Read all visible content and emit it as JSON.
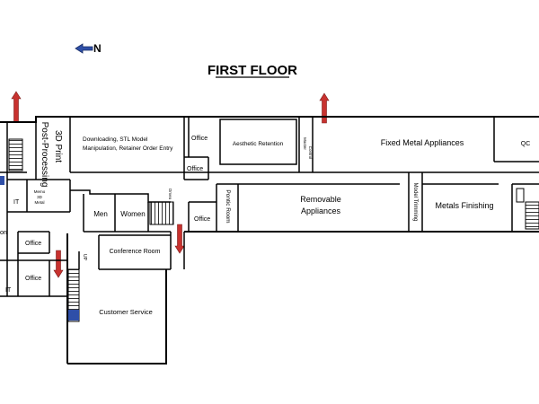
{
  "title": "FIRST FLOOR",
  "compass": {
    "label": "N"
  },
  "colors": {
    "arrow": "#c8322f",
    "compass": "#2f4fa8",
    "stair_accent": "#2f4fa8",
    "wall": "#000000"
  },
  "rooms": {
    "print_3d": "3D Print",
    "post_processing": "Post-Processing",
    "downloading_1": "Downloading, STL Model",
    "downloading_2": "Manipulation, Retainer Order Entry",
    "office_top": "Office",
    "office_top_small": "Office",
    "aesthetic_retention": "Aesthetic Retention",
    "master_control_1": "Master",
    "master_control_2": "Control",
    "fixed_metal": "Fixed Metal Appliances",
    "qc": "QC",
    "it_left": "IT",
    "memo_1": "Memo",
    "memo_2": "3D",
    "memo_3": "Metal",
    "men": "Men",
    "women": "Women",
    "dmea": "Dmea",
    "pontic_room": "Pontic Room",
    "office_mid": "Office",
    "removable_1": "Removable",
    "removable_2": "Appliances",
    "model_trimming": "Model Trimming",
    "metals_finishing": "Metals Finishing",
    "on_fragment": "on",
    "office_left_1": "Office",
    "office_left_2": "Office",
    "it_bottom": "IT",
    "conference_room": "Conference Room",
    "up": "UP",
    "customer_service": "Customer Service"
  }
}
